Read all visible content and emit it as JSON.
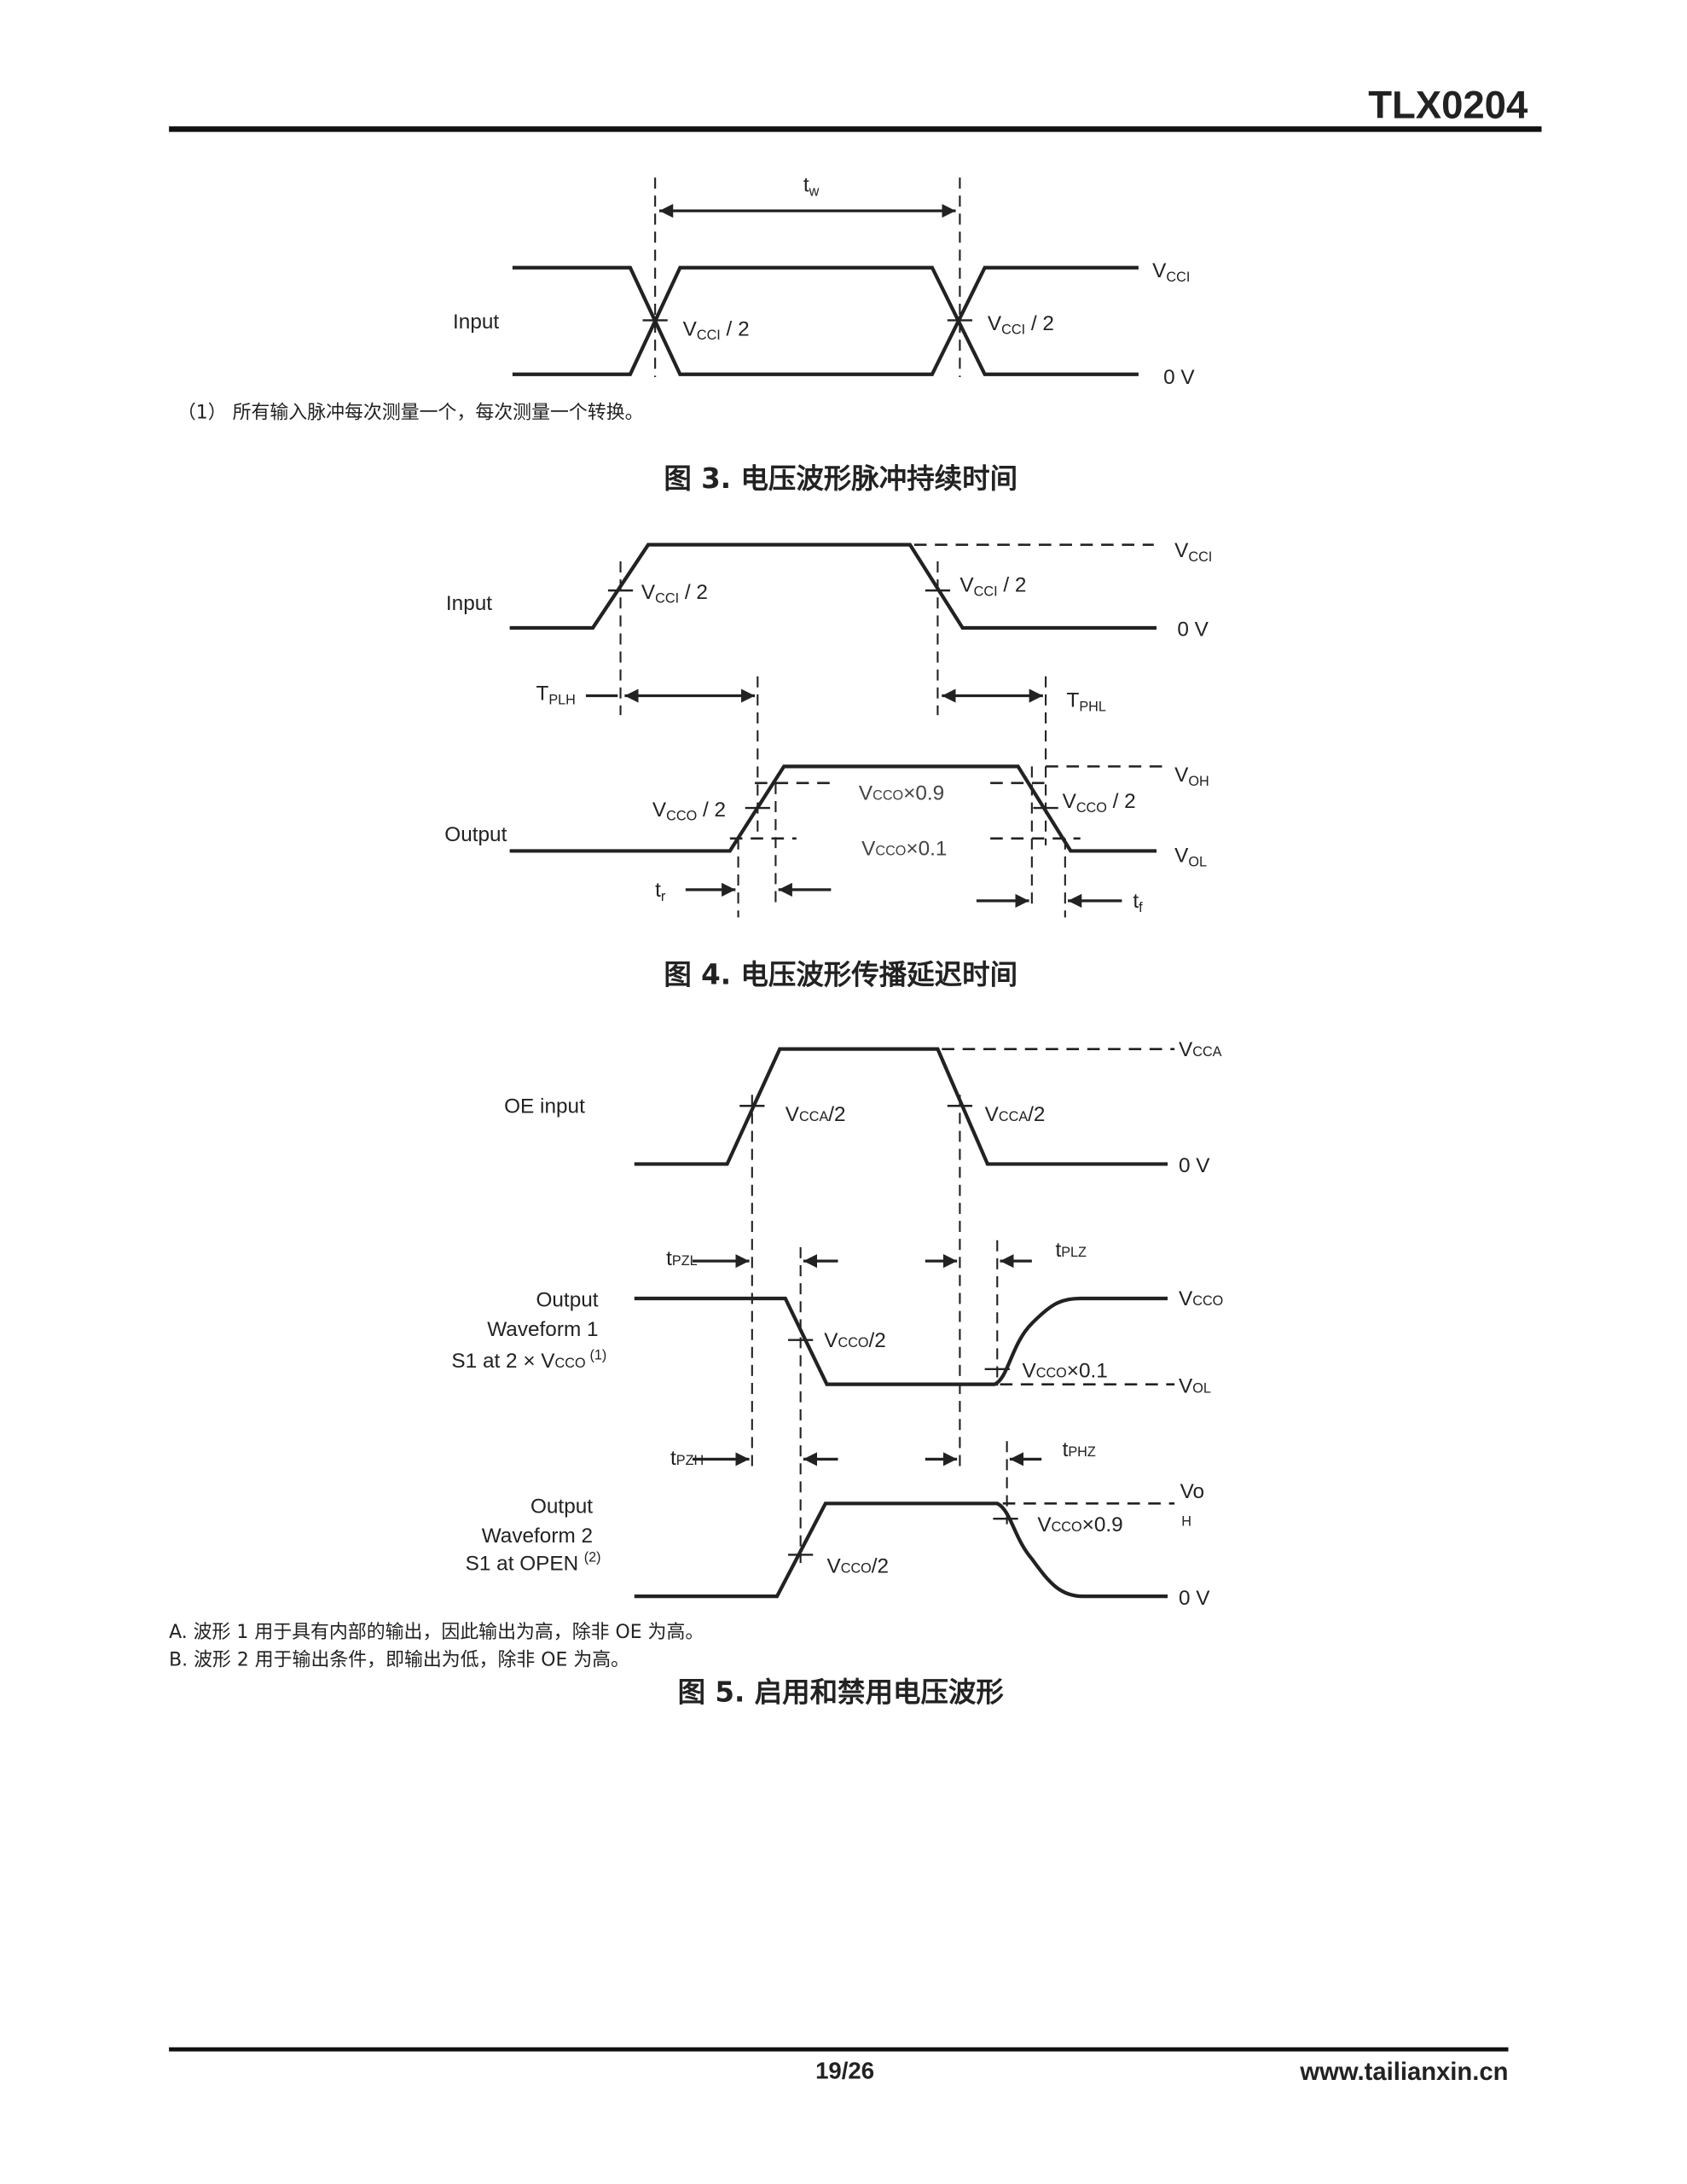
{
  "header": {
    "title": "TLX0204"
  },
  "fig3": {
    "tw": {
      "main": "t",
      "sub": "w"
    },
    "input": "Input",
    "vcci_half": {
      "main": "V",
      "sub": "CCI",
      "tail": " / 2"
    },
    "vcci": {
      "main": "V",
      "sub": "CCI"
    },
    "zero": "0 V",
    "note": "（1） 所有输入脉冲每次测量一个，每次测量一个转换。",
    "caption": "图 3. 电压波形脉冲持续时间"
  },
  "fig4": {
    "input": "Input",
    "output": "Output",
    "vcci": {
      "main": "V",
      "sub": "CCI"
    },
    "vcci_half": {
      "main": "V",
      "sub": "CCI",
      "tail": " / 2"
    },
    "zero": "0 V",
    "tplh": {
      "main": "T",
      "sub": "PLH"
    },
    "tphl": {
      "main": "T",
      "sub": "PHL"
    },
    "voh": {
      "main": "V",
      "sub": "OH"
    },
    "vol": {
      "main": "V",
      "sub": "OL"
    },
    "vcco_half": {
      "main": "V",
      "sub": "CCO",
      "tail": " / 2"
    },
    "vcco_09": {
      "main": "V",
      "sub": "CCO",
      "tail": "×0.9"
    },
    "vcco_01": {
      "main": "V",
      "sub": "CCO",
      "tail": "×0.1"
    },
    "tr": {
      "main": "t",
      "sub": "r"
    },
    "tf": {
      "main": "t",
      "sub": "f"
    },
    "caption": "图 4. 电压波形传播延迟时间"
  },
  "fig5": {
    "oe_input": "OE input",
    "vcca": {
      "main": "V",
      "sub": "CCA"
    },
    "vcca_half": {
      "main": "V",
      "sub": "CCA",
      "tail": "/2"
    },
    "zero": "0 V",
    "tpzl": {
      "main": "t",
      "sub": "PZL"
    },
    "tplz": {
      "main": "t",
      "sub": "PLZ"
    },
    "tpzh": {
      "main": "t",
      "sub": "PZH"
    },
    "tphz": {
      "main": "t",
      "sub": "PHZ"
    },
    "wave1": {
      "line1": "Output",
      "line2": "Waveform 1",
      "line3": "S1 at 2 × V",
      "line3_sub": "CCO",
      "line3_note": "(1)"
    },
    "wave2": {
      "line1": "Output",
      "line2": "Waveform 2",
      "line3": "S1 at OPEN",
      "line3_note": "(2)"
    },
    "vcco": {
      "main": "V",
      "sub": "CCO"
    },
    "vol": {
      "main": "V",
      "sub": "OL"
    },
    "voh": {
      "main": "Vo",
      "sub": "H"
    },
    "vcco_half": {
      "main": "V",
      "sub": "CCO",
      "tail": "/2"
    },
    "vcco_01": {
      "main": "V",
      "sub": "CCO",
      "tail": "×0.1"
    },
    "vcco_09": {
      "main": "V",
      "sub": "CCO",
      "tail": "×0.9"
    },
    "note_a": "A. 波形 1 用于具有内部的输出，因此输出为高，除非 OE 为高。",
    "note_b": "B. 波形 2 用于输出条件，即输出为低，除非 OE 为高。",
    "caption": "图 5. 启用和禁用电压波形"
  },
  "footer": {
    "page": "19/26",
    "url": "www.tailianxin.cn"
  }
}
